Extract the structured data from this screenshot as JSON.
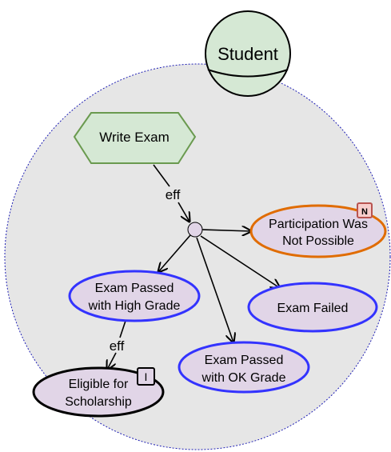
{
  "actor": {
    "label": "Student"
  },
  "task": {
    "label": "Write Exam"
  },
  "edge_labels": {
    "task_to_junction": "eff",
    "high_to_scholarship": "eff"
  },
  "outcomes": {
    "participation": {
      "line1": "Participation Was",
      "line2": "Not Possible",
      "badge": "N"
    },
    "high_grade": {
      "line1": "Exam Passed",
      "line2": "with High Grade"
    },
    "failed": {
      "line1": "Exam Failed"
    },
    "ok_grade": {
      "line1": "Exam Passed",
      "line2": "with OK Grade"
    },
    "scholarship": {
      "line1": "Eligible for",
      "line2": "Scholarship",
      "badge": "I"
    }
  },
  "colors": {
    "boundary_fill": "#e6e6e6",
    "boundary_stroke": "#1f1fb4",
    "actor_fill": "#d5e8d4",
    "task_fill": "#d5e8d4",
    "task_stroke": "#6a9a4f",
    "outcome_fill": "#e1d5e7",
    "outcome_stroke": "#3333ff",
    "junction_fill": "#e1d5e7",
    "participation_stroke": "#e06c00",
    "badge_n_fill": "#f8cecc",
    "badge_n_stroke": "#b85450",
    "badge_i_fill": "#e1d5e7"
  }
}
